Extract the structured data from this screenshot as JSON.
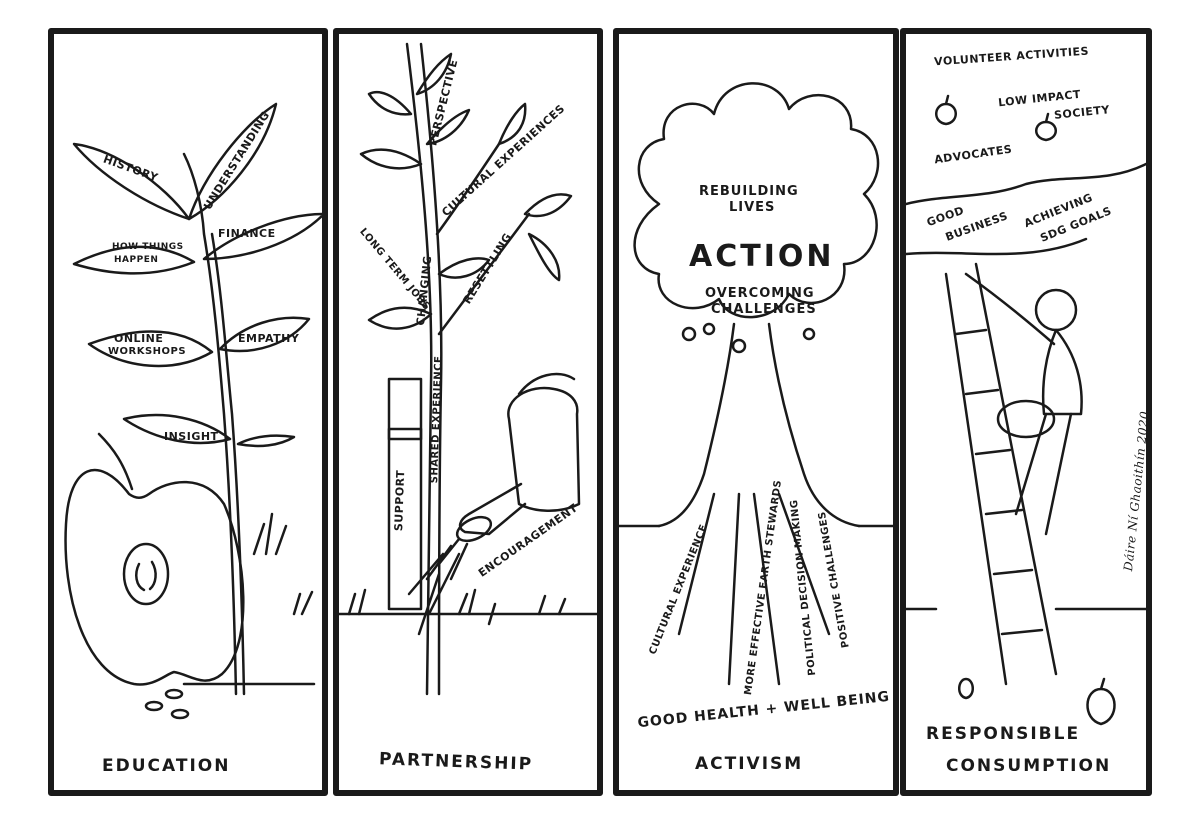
{
  "panels": {
    "education": {
      "caption": "EDUCATION",
      "leaves": {
        "history": "HISTORY",
        "understanding": "UNDERSTANDING",
        "how_things_happen_1": "HOW THINGS",
        "how_things_happen_2": "HAPPEN",
        "finance": "FINANCE",
        "online_workshops_1": "ONLINE",
        "online_workshops_2": "WORKSHOPS",
        "empathy": "EMPATHY",
        "insight": "INSIGHT"
      }
    },
    "partnership": {
      "caption": "PARTNERSHIP",
      "labels": {
        "perspective": "PERSPECTIVE",
        "cultural_experiences": "CULTURAL EXPERIENCES",
        "long_term_jobs": "LONG TERM JOBS",
        "changing": "CHANGING",
        "resettling": "RESETTLING",
        "shared_experience": "SHARED EXPERIENCE",
        "support": "SUPPORT",
        "encouragement": "ENCOURAGEMENT"
      }
    },
    "activism": {
      "caption": "ACTIVISM",
      "canopy": {
        "rebuilding_1": "REBUILDING",
        "rebuilding_2": "LIVES",
        "action": "ACTION",
        "overcoming_1": "OVERCOMING",
        "overcoming_2": "CHALLENGES"
      },
      "roots": {
        "cultural_experience": "CULTURAL EXPERIENCE",
        "more_effective": "MORE EFFECTIVE EARTH STEWARDS",
        "political_decision": "POLITICAL DECISION MAKING",
        "positive_challenges": "POSITIVE CHALLENGES"
      },
      "footer": "GOOD HEALTH + WELL BEING"
    },
    "consumption": {
      "caption_1": "RESPONSIBLE",
      "caption_2": "CONSUMPTION",
      "labels": {
        "volunteer": "VOLUNTEER ACTIVITIES",
        "low_impact_1": "LOW IMPACT",
        "low_impact_2": "SOCIETY",
        "advocates": "ADVOCATES",
        "good_business_1": "GOOD",
        "good_business_2": "BUSINESS",
        "achieving_1": "ACHIEVING",
        "achieving_2": "SDG GOALS"
      },
      "signature": "Dáire Ní Ghaoithín 2020"
    }
  }
}
